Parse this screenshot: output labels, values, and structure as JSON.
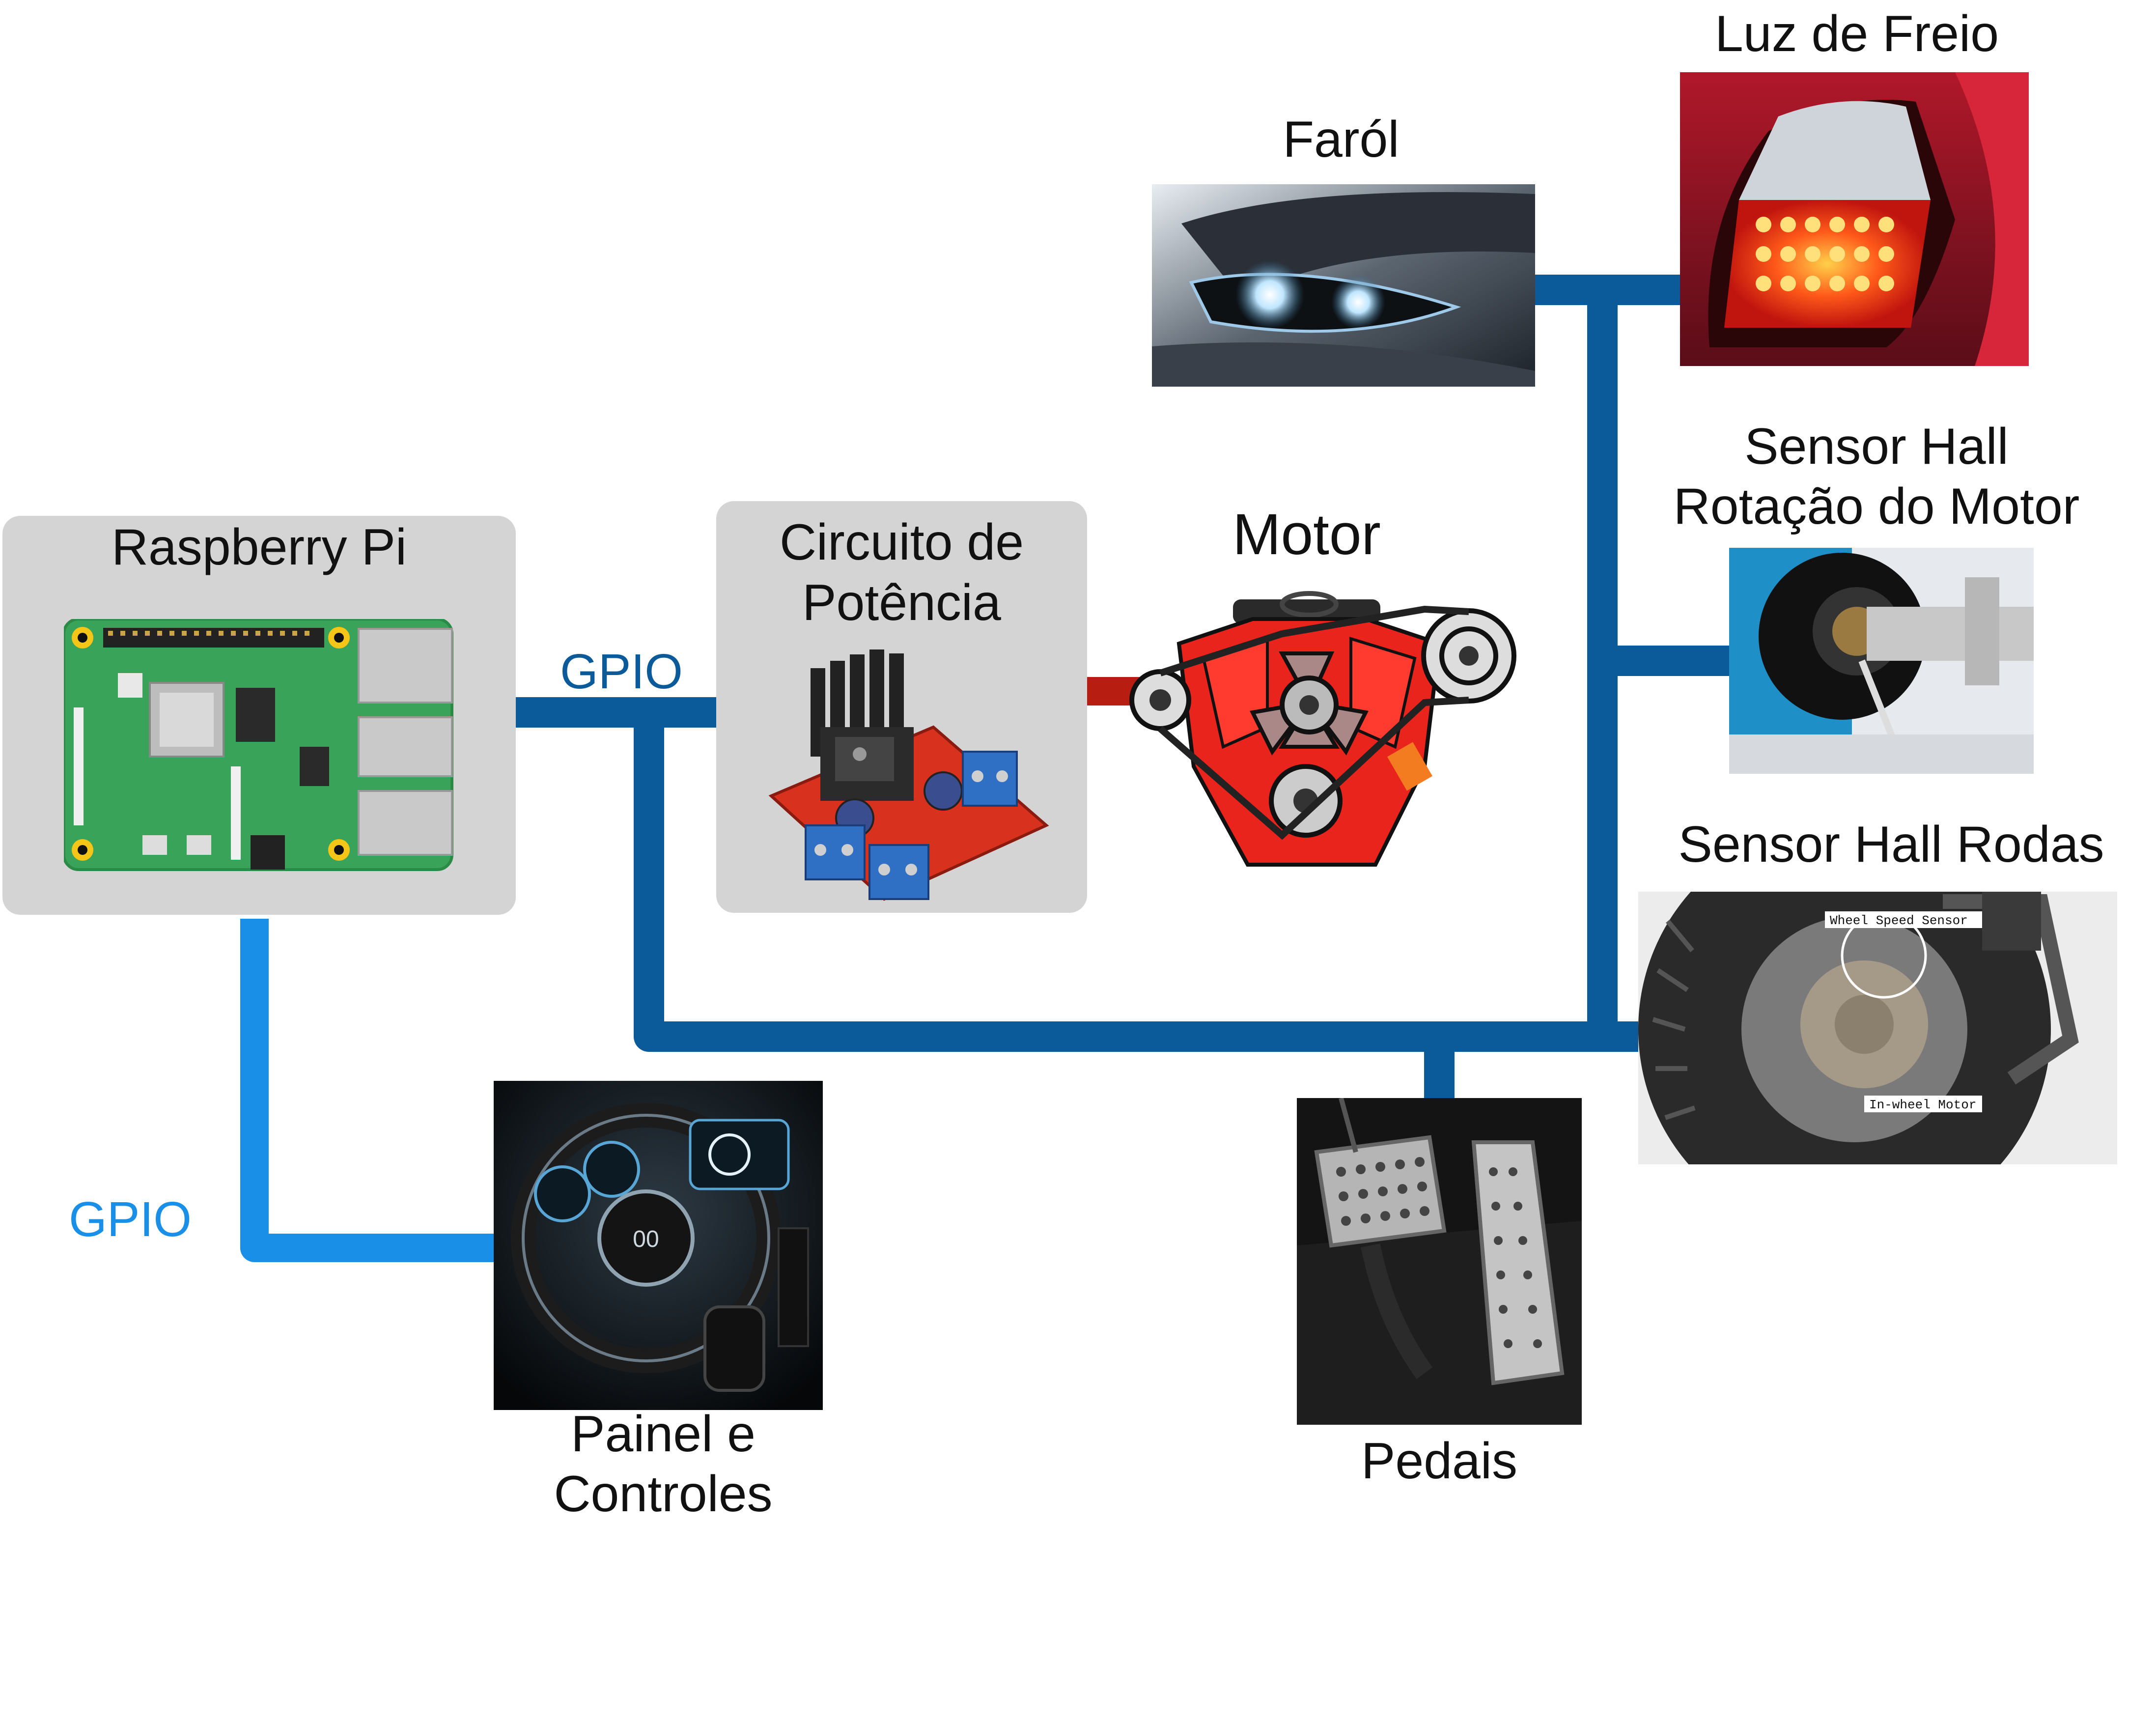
{
  "labels": {
    "raspberry": "Raspberry Pi",
    "power_line1": "Circuito de",
    "power_line2": "Potência",
    "motor": "Motor",
    "farol": "Faról",
    "luz_freio": "Luz de Freio",
    "hall_motor_line1": "Sensor Hall",
    "hall_motor_line2": "Rotação do Motor",
    "hall_rodas": "Sensor Hall Rodas",
    "painel_line1": "Painel e",
    "painel_line2": "Controles",
    "pedais": "Pedais",
    "gpio_top": "GPIO",
    "gpio_left": "GPIO"
  },
  "wheel_photo_labels": {
    "sensor": "Wheel Speed Sensor",
    "motor": "In-wheel Motor"
  },
  "colors": {
    "bus_dark": "#0b5b9b",
    "bus_light": "#1a8fe8",
    "box_gray": "#d4d4d4",
    "motor_red": "#e8241c",
    "pcb_green": "#3aa35a",
    "pcb_red": "#d8321e",
    "terminal_blue": "#2f6fc4",
    "brake_red": "#ff2a12"
  },
  "icons": {
    "raspberry": "raspberry-pi-board",
    "power": "h-bridge-driver-board",
    "motor": "engine-illustration",
    "farol": "headlight-photo",
    "luz_freio": "brake-light-photo",
    "hall_motor": "motor-hall-sensor-photo",
    "hall_rodas": "wheel-sensor-photo",
    "painel": "dashboard-photo",
    "pedais": "pedals-photo"
  }
}
